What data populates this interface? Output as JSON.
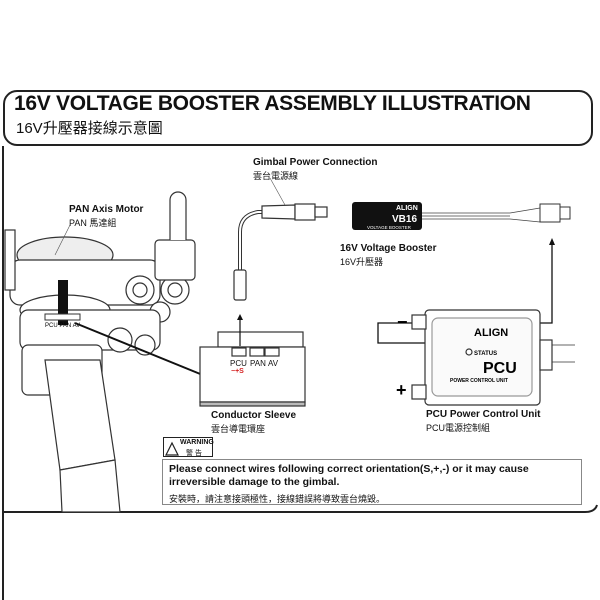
{
  "header": {
    "title": "16V VOLTAGE BOOSTER ASSEMBLY ILLUSTRATION",
    "subtitle": "16V升壓器接線示意圖"
  },
  "labels": {
    "gimbal_power": {
      "en": "Gimbal Power Connection",
      "zh": "雲台電源線"
    },
    "pan_motor": {
      "en": "PAN Axis Motor",
      "zh": "PAN 馬達組"
    },
    "booster": {
      "en": "16V Voltage Booster",
      "zh": "16V升壓器"
    },
    "conductor": {
      "en": "Conductor Sleeve",
      "zh": "雲台導電環座"
    },
    "pcu": {
      "en": "PCU Power Control Unit",
      "zh": "PCU電源控制組"
    }
  },
  "ports": {
    "pcu": "PCU",
    "pan": "PAN",
    "av": "AV",
    "polarity": "−+S"
  },
  "booster_device": {
    "brand": "ALIGN",
    "model": "VB16",
    "line": "VOLTAGE BOOSTER"
  },
  "pcu_device": {
    "brand": "ALIGN",
    "model": "PCU",
    "line": "POWER CONTROL UNIT",
    "status": "STATUS",
    "minus": "−",
    "plus": "+"
  },
  "warning": {
    "badge_en": "WARNING",
    "badge_zh": "警 告",
    "text_en": "Please connect wires following correct orientation(S,+,-) or it may cause irreversible damage to the gimbal.",
    "text_zh": "安裝時，請注意接頭極性，接線錯誤將導致雲台燒毀。"
  },
  "colors": {
    "line": "#222222",
    "polarity": "#d42020"
  }
}
